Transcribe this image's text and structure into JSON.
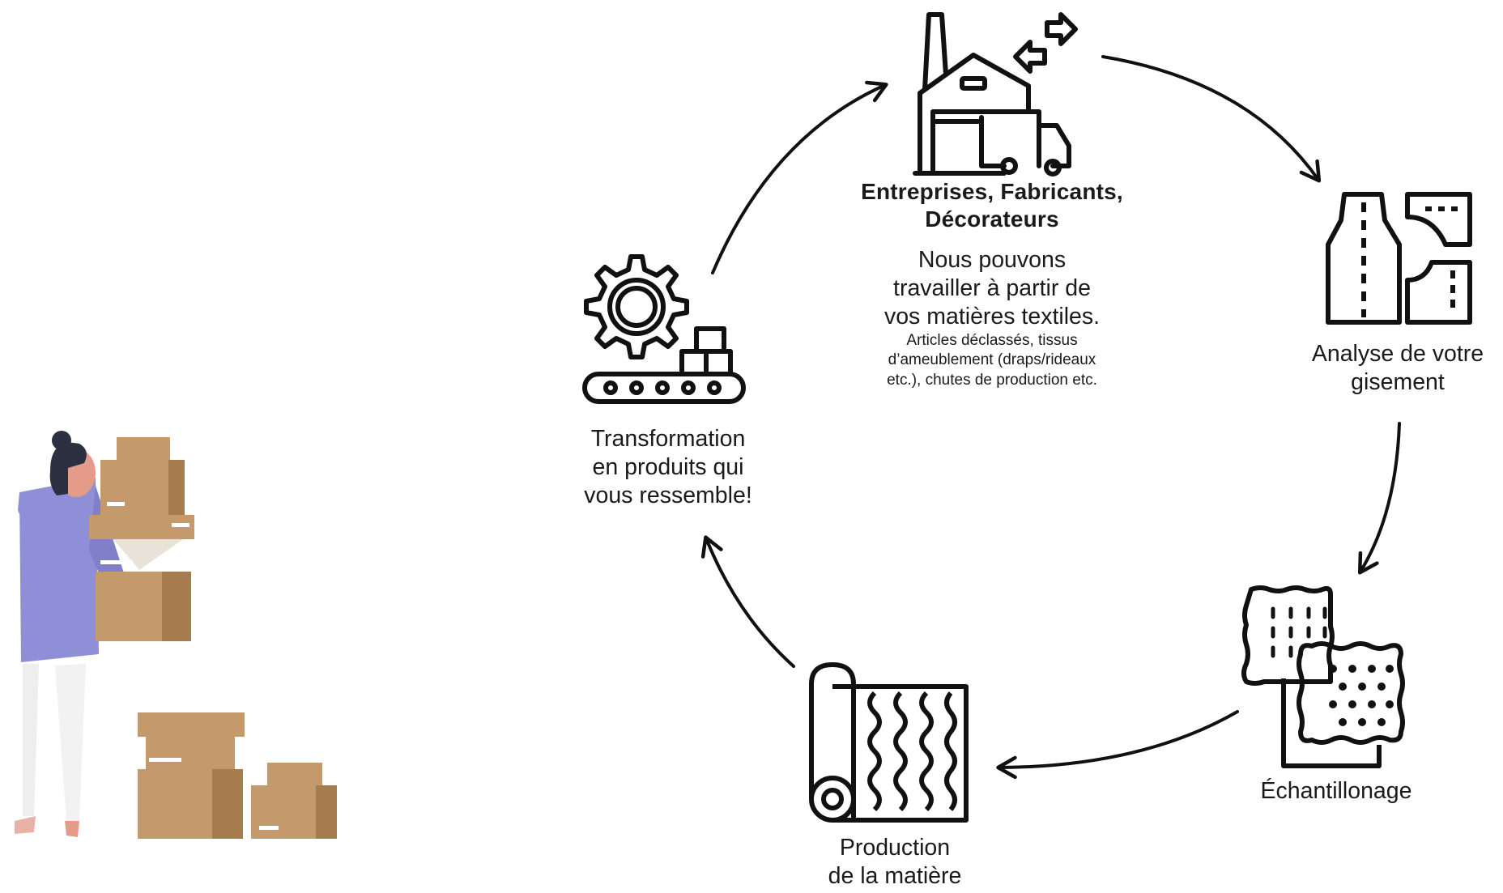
{
  "top": {
    "title_lines": [
      "Entreprises, Fabricants,",
      "Décorateurs"
    ],
    "text_lines": [
      "Nous pouvons",
      "travailler à partir de",
      "vos matières textiles."
    ],
    "small_lines": [
      "Articles déclassés, tissus",
      "d’ameublement (draps/rideaux",
      "etc.), chutes de production etc."
    ]
  },
  "analyse": {
    "lines": [
      "Analyse de votre",
      "gisement"
    ]
  },
  "echantillonage": {
    "lines": [
      "Échantillonage"
    ]
  },
  "production": {
    "lines": [
      "Production",
      "de la matière"
    ]
  },
  "transformation": {
    "lines": [
      "Transformation",
      "en produits qui",
      "vous ressemble!"
    ]
  },
  "icons": {
    "factory": "factory-truck-icon",
    "pattern": "sewing-pattern-icon",
    "swatches": "fabric-swatches-icon",
    "roll": "fabric-roll-icon",
    "gear": "gear-conveyor-icon",
    "illustration": "person-carrying-boxes-illustration"
  },
  "colors": {
    "ink": "#111111",
    "box": "#c49a6c",
    "box_dark": "#a67c4f",
    "sweater": "#8e8fd6",
    "skin": "#e49b8a",
    "hair": "#2b3140"
  }
}
